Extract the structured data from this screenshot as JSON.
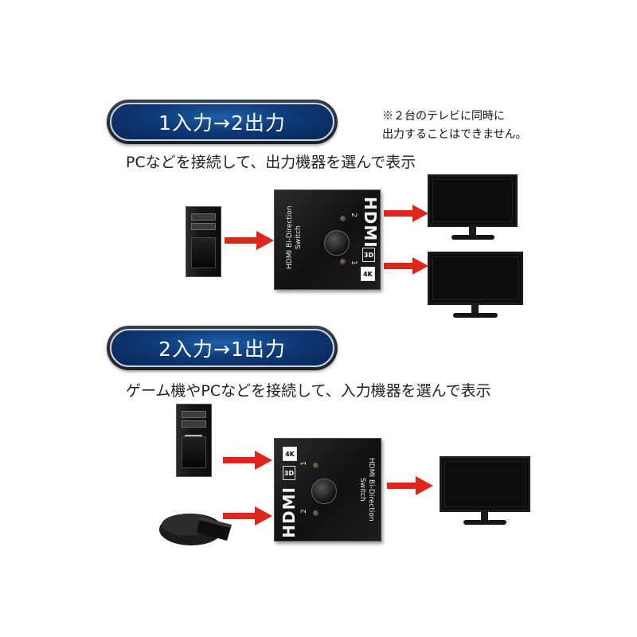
{
  "section1": {
    "title": "1入力→2出力",
    "description": "PCなどを接続して、出力機器を選んで表示"
  },
  "note": {
    "line1": "※２台のテレビに同時に",
    "line2": "出力することはできません。"
  },
  "section2": {
    "title": "2入力→1出力",
    "description": "ゲーム機やPCなどを接続して、入力機器を選んで表示"
  },
  "device": {
    "label_line1": "HDMI Bi-Direction",
    "label_line2": "Switch",
    "logo": "HDMI",
    "badge_4k": "4K",
    "badge_3d": "3D",
    "port1": "1",
    "port2": "2"
  },
  "colors": {
    "arrow": "#e0251b",
    "pill": "#0e3a78"
  },
  "icons": [
    "pc-tower-icon",
    "hdmi-switch-icon",
    "monitor-icon",
    "arrow-icon",
    "set-top-box-icon"
  ]
}
